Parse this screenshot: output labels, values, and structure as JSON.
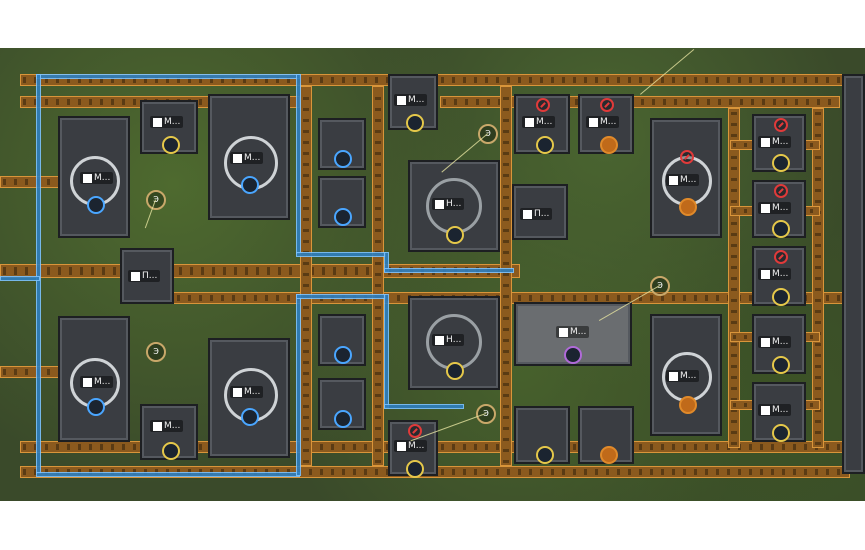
{
  "game": {
    "machines": {
      "assembler_label": "М...",
      "smelter_label": "Н...",
      "lab_label": "П...",
      "pole_label": "Э"
    }
  }
}
